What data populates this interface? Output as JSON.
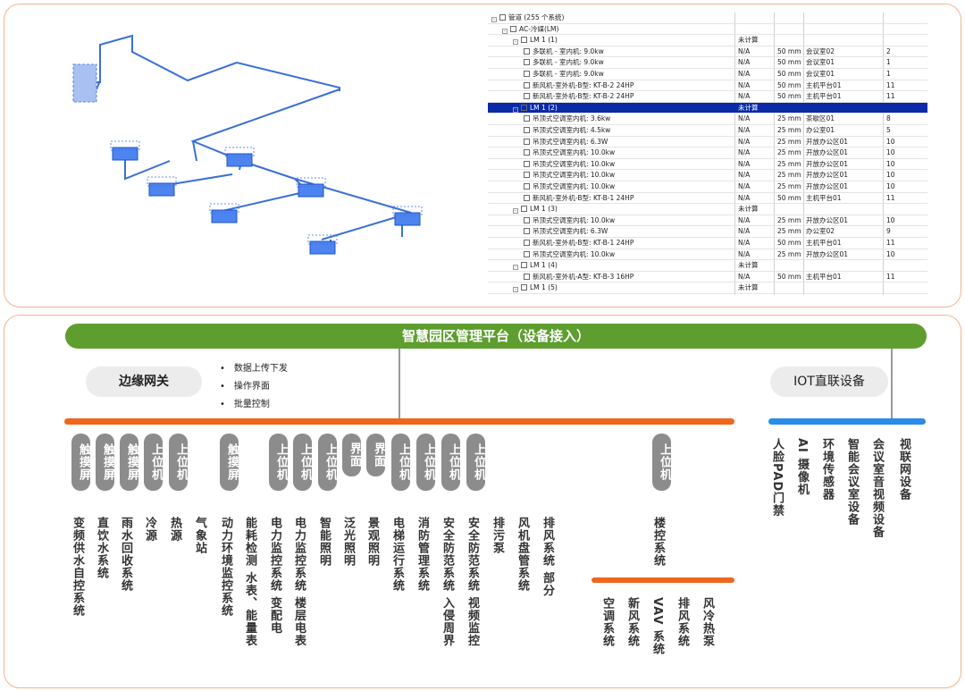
{
  "tree": {
    "root": "管道 (255 个系统)",
    "rows": [
      {
        "indent": 1,
        "name": "AC-冷媒(LM)",
        "c1": "",
        "c2": "",
        "c3": "",
        "c4": "",
        "type": "sys"
      },
      {
        "indent": 2,
        "name": "LM 1 (1)",
        "c1": "未计算",
        "c2": "",
        "c3": "",
        "c4": "",
        "type": "grp"
      },
      {
        "indent": 3,
        "name": "多联机 - 室内机: 9.0kw",
        "c1": "N/A",
        "c2": "50 mm",
        "c3": "会议室02",
        "c4": "2",
        "type": "item"
      },
      {
        "indent": 3,
        "name": "多联机 - 室内机: 9.0kw",
        "c1": "N/A",
        "c2": "50 mm",
        "c3": "会议室01",
        "c4": "1",
        "type": "item"
      },
      {
        "indent": 3,
        "name": "多联机 - 室内机: 9.0kw",
        "c1": "N/A",
        "c2": "50 mm",
        "c3": "会议室01",
        "c4": "1",
        "type": "item"
      },
      {
        "indent": 3,
        "name": "新风机-室外机-B型: KT-B-2 24HP",
        "c1": "N/A",
        "c2": "50 mm",
        "c3": "主机平台01",
        "c4": "11",
        "type": "item"
      },
      {
        "indent": 3,
        "name": "新风机-室外机-B型: KT-B-2 24HP",
        "c1": "N/A",
        "c2": "50 mm",
        "c3": "主机平台01",
        "c4": "11",
        "type": "item"
      },
      {
        "indent": 2,
        "name": "LM 1 (2)",
        "c1": "未计算",
        "c2": "",
        "c3": "",
        "c4": "",
        "type": "grp",
        "selected": true
      },
      {
        "indent": 3,
        "name": "吊顶式空调室内机: 3.6kw",
        "c1": "N/A",
        "c2": "25 mm",
        "c3": "茶歇区01",
        "c4": "8",
        "type": "item"
      },
      {
        "indent": 3,
        "name": "吊顶式空调室内机: 4.5kw",
        "c1": "N/A",
        "c2": "25 mm",
        "c3": "办公室01",
        "c4": "5",
        "type": "item"
      },
      {
        "indent": 3,
        "name": "吊顶式空调室内机: 6.3W",
        "c1": "N/A",
        "c2": "25 mm",
        "c3": "开放办公区01",
        "c4": "10",
        "type": "item"
      },
      {
        "indent": 3,
        "name": "吊顶式空调室内机: 10.0kw",
        "c1": "N/A",
        "c2": "25 mm",
        "c3": "开放办公区01",
        "c4": "10",
        "type": "item"
      },
      {
        "indent": 3,
        "name": "吊顶式空调室内机: 10.0kw",
        "c1": "N/A",
        "c2": "25 mm",
        "c3": "开放办公区01",
        "c4": "10",
        "type": "item"
      },
      {
        "indent": 3,
        "name": "吊顶式空调室内机: 10.0kw",
        "c1": "N/A",
        "c2": "25 mm",
        "c3": "开放办公区01",
        "c4": "10",
        "type": "item"
      },
      {
        "indent": 3,
        "name": "吊顶式空调室内机: 10.0kw",
        "c1": "N/A",
        "c2": "25 mm",
        "c3": "开放办公区01",
        "c4": "10",
        "type": "item"
      },
      {
        "indent": 3,
        "name": "新风机-室外机-B型: KT-B-1 24HP",
        "c1": "N/A",
        "c2": "50 mm",
        "c3": "主机平台01",
        "c4": "11",
        "type": "item"
      },
      {
        "indent": 2,
        "name": "LM 1 (3)",
        "c1": "未计算",
        "c2": "",
        "c3": "",
        "c4": "",
        "type": "grp"
      },
      {
        "indent": 3,
        "name": "吊顶式空调室内机: 10.0kw",
        "c1": "N/A",
        "c2": "25 mm",
        "c3": "开放办公区01",
        "c4": "10",
        "type": "item"
      },
      {
        "indent": 3,
        "name": "吊顶式空调室内机: 6.3W",
        "c1": "N/A",
        "c2": "25 mm",
        "c3": "办公室02",
        "c4": "9",
        "type": "item"
      },
      {
        "indent": 3,
        "name": "新风机-室外机-B型: KT-B-1 24HP",
        "c1": "N/A",
        "c2": "50 mm",
        "c3": "主机平台01",
        "c4": "11",
        "type": "item"
      },
      {
        "indent": 3,
        "name": "吊顶式空调室内机: 10.0kw",
        "c1": "N/A",
        "c2": "25 mm",
        "c3": "开放办公区01",
        "c4": "10",
        "type": "item"
      },
      {
        "indent": 2,
        "name": "LM 1 (4)",
        "c1": "未计算",
        "c2": "",
        "c3": "",
        "c4": "",
        "type": "grp"
      },
      {
        "indent": 3,
        "name": "新风机-室外机-A型: KT-B-3 16HP",
        "c1": "N/A",
        "c2": "50 mm",
        "c3": "主机平台01",
        "c4": "11",
        "type": "item"
      },
      {
        "indent": 2,
        "name": "LM 1 (5)",
        "c1": "未计算",
        "c2": "",
        "c3": "",
        "c4": "",
        "type": "grp"
      }
    ]
  },
  "platform": {
    "title": "智慧园区管理平台（设备接入）"
  },
  "gateway": {
    "label": "边缘网关",
    "features": [
      "数据上传下发",
      "操作界面",
      "批量控制"
    ]
  },
  "iot": {
    "label": "IOT直联设备"
  },
  "devices": [
    {
      "tag": "触摸屏",
      "label": "变频供水自控系统"
    },
    {
      "tag": "触摸屏",
      "label": "直饮水系统"
    },
    {
      "tag": "触摸屏",
      "label": "雨水回收系统"
    },
    {
      "tag": "上位机",
      "label": "冷源"
    },
    {
      "tag": "上位机",
      "label": "热源"
    },
    {
      "tag": "",
      "label": "气象站"
    },
    {
      "tag": "触摸屏",
      "label": "动力环境监控系统"
    },
    {
      "tag": "",
      "label": "能耗检测 水表、能量表"
    },
    {
      "tag": "上位机",
      "label": "电力监控系统 变配电"
    },
    {
      "tag": "上位机",
      "label": "电力监控系统 楼层电表"
    },
    {
      "tag": "上位机",
      "label": "智能照明"
    },
    {
      "tag": "界面",
      "label": "泛光照明"
    },
    {
      "tag": "界面",
      "label": "景观照明"
    },
    {
      "tag": "上位机",
      "label": "电梯运行系统"
    },
    {
      "tag": "上位机",
      "label": "消防管理系统"
    },
    {
      "tag": "上位机",
      "label": "安全防范系统 入侵周界"
    },
    {
      "tag": "上位机",
      "label": "安全防范系统 视频监控"
    },
    {
      "tag": "",
      "label": "排污泵"
    },
    {
      "tag": "",
      "label": "风机盘管系统"
    },
    {
      "tag": "",
      "label": "排风系统 部分"
    },
    {
      "tag": "上位机",
      "label": "楼控系统"
    }
  ],
  "floor_subsystems": [
    "空调系统",
    "新风系统",
    "VAV 系统",
    "排风系统",
    "风冷热泵"
  ],
  "iot_devices": [
    "人脸PAD门禁",
    "AI 摄像机",
    "环境传感器",
    "智能会议室设备",
    "会议室音视频设备",
    "视联网设备"
  ],
  "colors": {
    "platform": "#5e9e2f",
    "bus": "#f0661d",
    "iot_bus": "#2a8ce8",
    "tag": "#8c8c8c",
    "pipe": "#3a6fd8"
  }
}
